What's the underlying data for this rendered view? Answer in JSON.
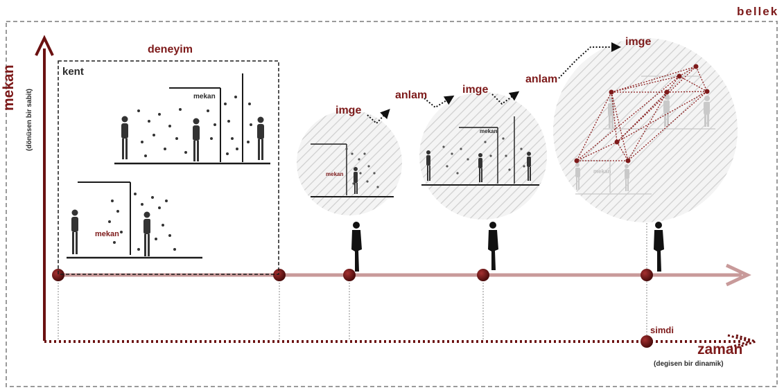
{
  "frame": {
    "label": "bellek"
  },
  "axes": {
    "vertical": {
      "label": "mekan",
      "sublabel": "(dönüsen bir sabit)"
    },
    "horizontal": {
      "label": "zaman",
      "sublabel": "(degisen bir dinamik)"
    },
    "now_label": "simdi"
  },
  "experience_box": {
    "title": "deneyim",
    "city_label": "kent",
    "space_label": "mekan"
  },
  "sequence": [
    {
      "label": "imge"
    },
    {
      "label": "anlam"
    },
    {
      "label": "imge"
    },
    {
      "label": "anlam"
    },
    {
      "label": "imge"
    }
  ],
  "circles": [
    {
      "space_label": "mekan"
    },
    {
      "space_label": "mekan"
    },
    {
      "space_label": "mekan"
    }
  ],
  "colors": {
    "accent": "#7d1a1a",
    "timeline": "#c89a9a",
    "ink": "#2b2b2b",
    "hatch": "#d6d6d6"
  }
}
